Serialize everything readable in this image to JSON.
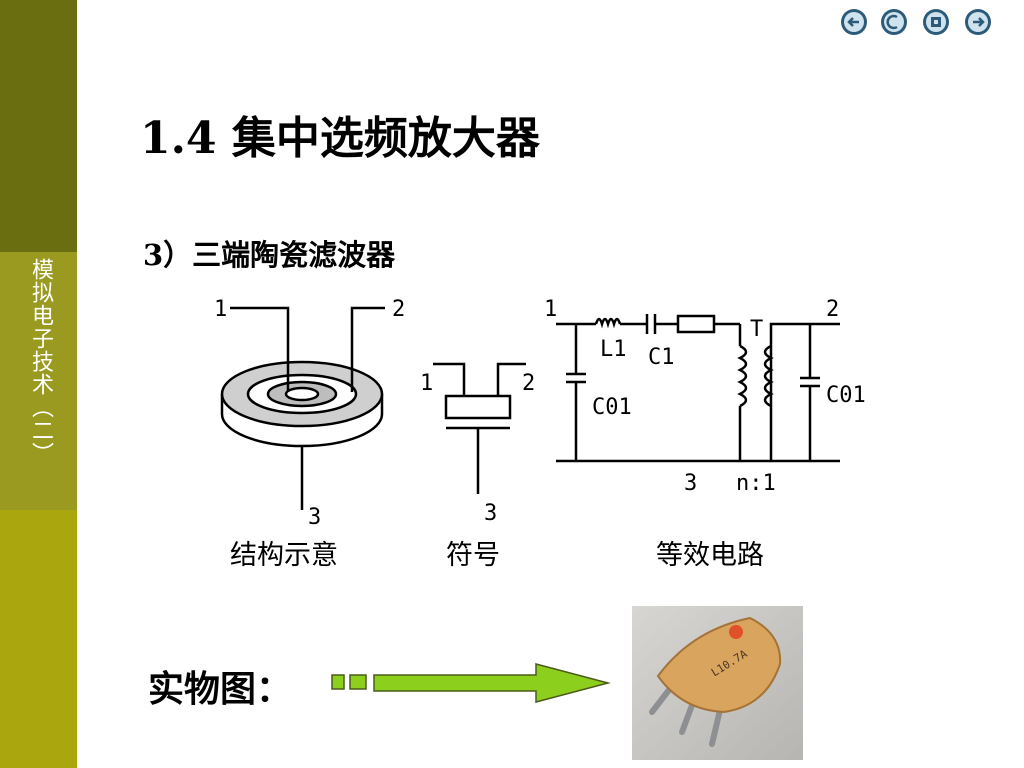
{
  "sidebar": {
    "course_title": "模拟电子技术（二）"
  },
  "nav": {
    "buttons": [
      "first-icon",
      "back-icon",
      "home-icon",
      "next-icon"
    ]
  },
  "slide": {
    "title": "1.4 集中选频放大器",
    "subtitle": "3）三端陶瓷滤波器",
    "photo_label": "实物图："
  },
  "diagram": {
    "structure": {
      "pin1": "1",
      "pin2": "2",
      "pin3": "3",
      "caption": "结构示意"
    },
    "symbol": {
      "pin1": "1",
      "pin2": "2",
      "pin3": "3",
      "caption": "符号"
    },
    "circuit": {
      "pin1": "1",
      "pin2": "2",
      "pin3": "3",
      "l1": "L1",
      "c1": "C1",
      "c01_left": "C01",
      "c01_right": "C01",
      "t": "T",
      "ratio": "n:1",
      "caption": "等效电路"
    }
  },
  "photo": {
    "marking": "L10.7A"
  },
  "colors": {
    "sidebar_dark": "#6b6e10",
    "sidebar_light": "#a9a60e",
    "arrow_fill": "#8ccf1c",
    "component_body": "#d9a45e"
  }
}
